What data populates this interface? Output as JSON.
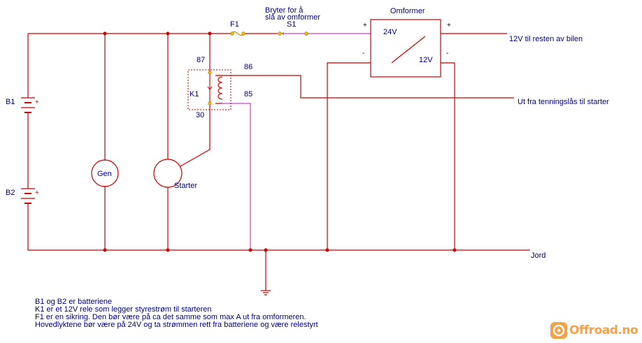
{
  "labels": {
    "omformer_title": "Omformer",
    "omformer_in": "24V",
    "omformer_out": "12V",
    "switch_desc_1": "Bryter for å",
    "switch_desc_2": "slå av omformer",
    "fuse": "F1",
    "switch": "S1",
    "relay": "K1",
    "pin_87": "87",
    "pin_86": "86",
    "pin_85": "85",
    "pin_30": "30",
    "battery_1": "B1",
    "battery_2": "B2",
    "generator": "Gen",
    "starter": "Starter",
    "out_12v": "12V til resten av bilen",
    "ignition": "Ut fra tenningslås til starter",
    "ground": "Jord",
    "plus": "+",
    "minus": "-"
  },
  "notes": [
    "B1 og B2 er batteriene",
    "K1 er et 12V rele som legger styrestrøm til starteren",
    "F1 er en sikring. Den bør være på ca det samme som max A ut fra omformeren.",
    "Hovedlyktene bør være på 24V og ta strømmen rett fra batteriene og være relestyrt"
  ],
  "logo": {
    "text": "Offroad.no",
    "color": "#f4a24a"
  }
}
